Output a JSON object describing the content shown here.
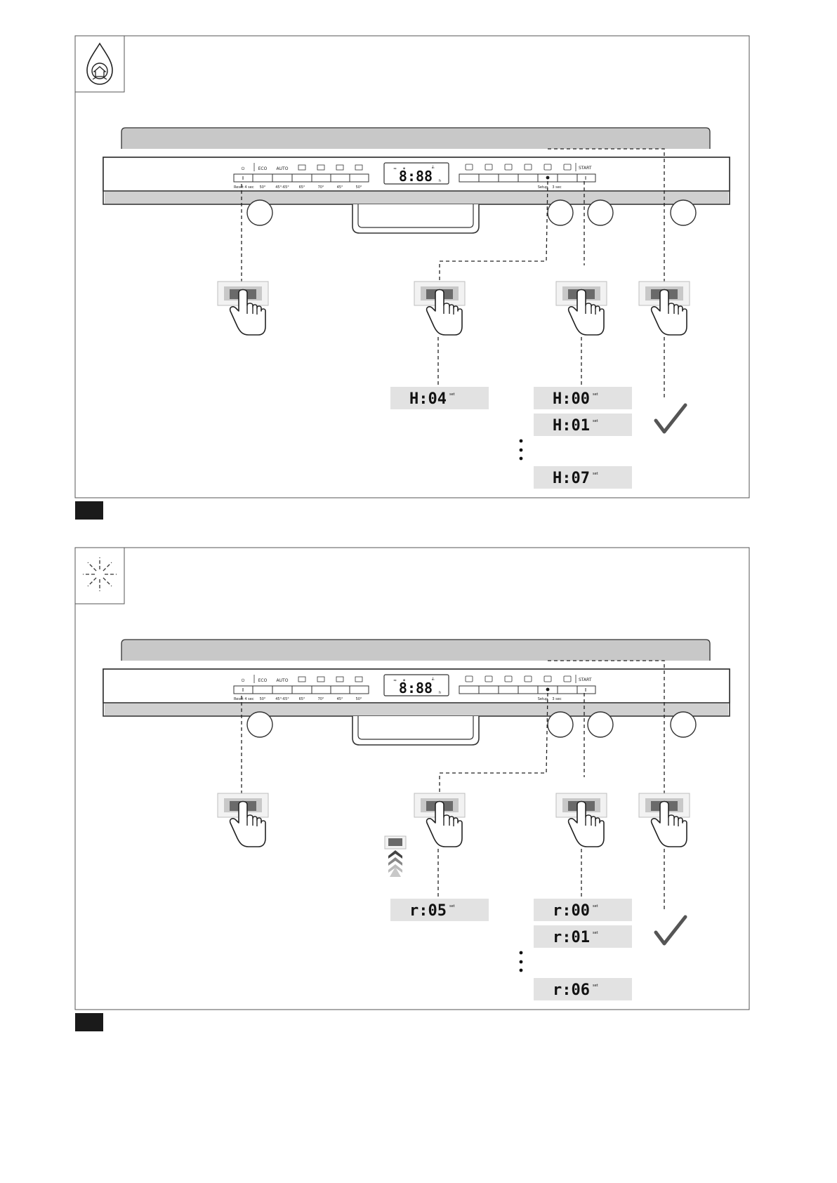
{
  "panel": {
    "power_symbol": "⏻",
    "programs": [
      "ECO",
      "AUTO",
      "",
      "",
      "",
      ""
    ],
    "temps": [
      "50°",
      "45°-65°",
      "65°",
      "70°",
      "45°",
      "50°"
    ],
    "reset_label": "Reset",
    "reset_time": "4 sec",
    "setup_label": "Setup",
    "setup_time": "3 sec",
    "start_label": "START",
    "display_text": "8:88",
    "display_unit": "h"
  },
  "sections": [
    {
      "icon": "water-hardness-icon",
      "selected": "H:04",
      "options": [
        "H:00",
        "H:01",
        "H:07"
      ],
      "set_label": "set"
    },
    {
      "icon": "rinse-aid-icon",
      "selected": "r:05",
      "options": [
        "r:00",
        "r:01",
        "r:06"
      ],
      "set_label": "set"
    }
  ],
  "colors": {
    "accent": "#c8c8c8",
    "display_bg": "#e2e2e2",
    "marker": "#1a1a1a"
  }
}
